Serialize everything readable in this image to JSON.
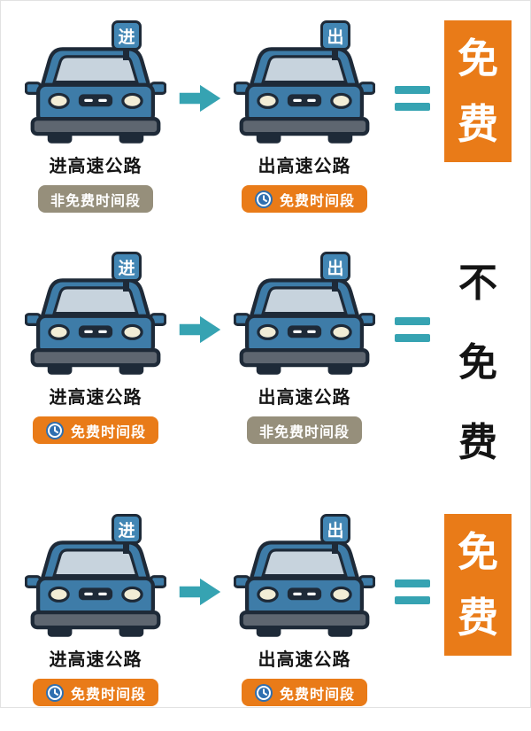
{
  "colors": {
    "orange": "#E97B18",
    "teal": "#36A3B2",
    "badge_gray": "#968F7B",
    "car_blue": "#3E7CA8",
    "outline": "#1E2A38"
  },
  "icons": {
    "arrow": "right-arrow-icon",
    "equals": "equals-icon",
    "clock": "clock-icon",
    "car": "car-front-icon"
  },
  "rows": [
    {
      "enter": {
        "sign": "进",
        "label": "进高速公路",
        "badge": {
          "text": "非免费时间段",
          "style": "gray",
          "has_clock": false
        }
      },
      "exit": {
        "sign": "出",
        "label": "出高速公路",
        "badge": {
          "text": "免费时间段",
          "style": "orange",
          "has_clock": true
        }
      },
      "result": {
        "text": "免费",
        "style": "orange-block"
      }
    },
    {
      "enter": {
        "sign": "进",
        "label": "进高速公路",
        "badge": {
          "text": "免费时间段",
          "style": "orange",
          "has_clock": true
        }
      },
      "exit": {
        "sign": "出",
        "label": "出高速公路",
        "badge": {
          "text": "非免费时间段",
          "style": "gray",
          "has_clock": false
        }
      },
      "result": {
        "text": "不免费",
        "style": "plain"
      }
    },
    {
      "enter": {
        "sign": "进",
        "label": "进高速公路",
        "badge": {
          "text": "免费时间段",
          "style": "orange",
          "has_clock": true
        }
      },
      "exit": {
        "sign": "出",
        "label": "出高速公路",
        "badge": {
          "text": "免费时间段",
          "style": "orange",
          "has_clock": true
        }
      },
      "result": {
        "text": "免费",
        "style": "orange-block"
      }
    }
  ]
}
